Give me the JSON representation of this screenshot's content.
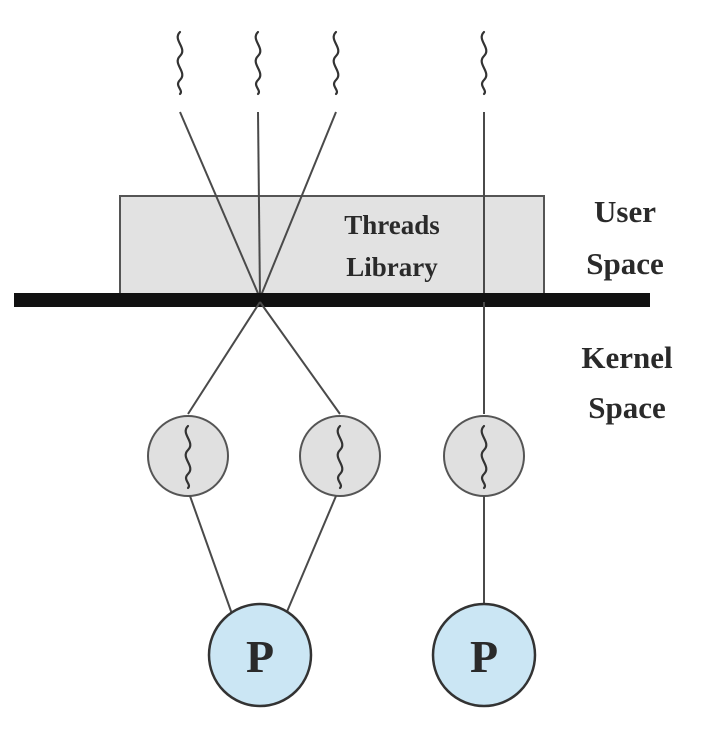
{
  "library_box": {
    "label_line1": "Threads",
    "label_line2": "Library",
    "fill": "#e2e2e2",
    "stroke": "#555555"
  },
  "regions": {
    "user": {
      "line1": "User",
      "line2": "Space"
    },
    "kernel": {
      "line1": "Kernel",
      "line2": "Space"
    }
  },
  "boundary_color": "#111111",
  "kernel_thread_fill": "#e0e0e0",
  "processors": [
    {
      "label": "P"
    },
    {
      "label": "P"
    }
  ],
  "processor_fill": "#cbe6f4"
}
